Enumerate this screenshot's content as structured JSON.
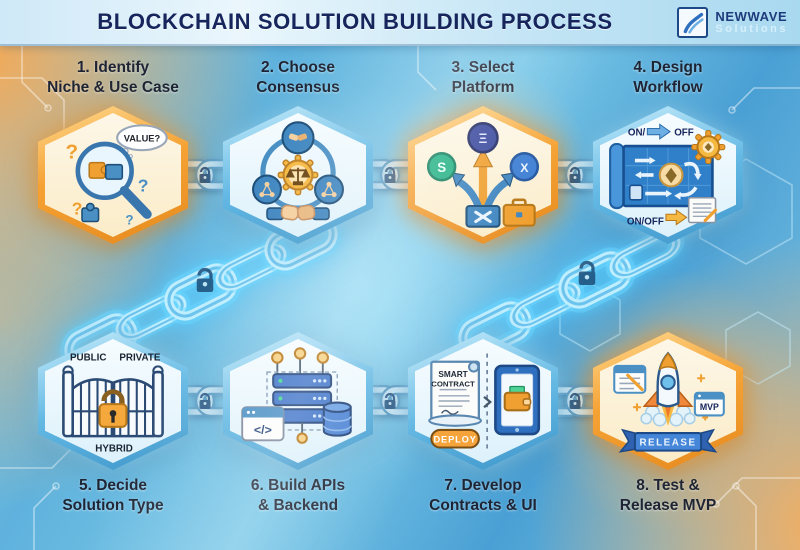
{
  "title": "BLOCKCHAIN SOLUTION BUILDING PROCESS",
  "logo": {
    "brand": "NEWWAVE",
    "subtitle": "Solutions"
  },
  "colors": {
    "title_navy": "#16255c",
    "accent_orange": "#f2a23c",
    "accent_blue": "#3f9fd8",
    "chain_cyan": "#8fe4ff",
    "hex_orange_border": "#f5a234",
    "hex_blue_border": "#64b9e4"
  },
  "steps": [
    {
      "line1": "1. Identify",
      "line2": "Niche & Use Case",
      "theme": "orange",
      "icon": "magnifier-puzzle",
      "texts": {
        "bubble": "VALUE?",
        "q": "?"
      }
    },
    {
      "line1": "2. Choose",
      "line2": "Consensus",
      "theme": "blue",
      "icon": "consensus-network",
      "texts": {}
    },
    {
      "line1": "3. Select",
      "line2": "Platform",
      "theme": "orange",
      "icon": "platform-arrows",
      "texts": {
        "coin_top": "Ξ",
        "coin_left": "S",
        "coin_right": "X"
      }
    },
    {
      "line1": "4. Design",
      "line2": "Workflow",
      "theme": "blue",
      "icon": "workflow-blueprint",
      "texts": {
        "toggle_on": "ON/",
        "toggle_off": "OFF",
        "toggle_bottom": "ON/OFF"
      }
    },
    {
      "line1": "5. Decide",
      "line2": "Solution Type",
      "theme": "blue",
      "icon": "gate-lock",
      "texts": {
        "left": "PUBLIC",
        "right": "PRIVATE",
        "bottom": "HYBRID"
      }
    },
    {
      "line1": "6. Build APIs",
      "line2": "& Backend",
      "theme": "blue",
      "icon": "server-backend",
      "texts": {
        "code": "</>"
      }
    },
    {
      "line1": "7. Develop",
      "line2": "Contracts & UI",
      "theme": "blue",
      "icon": "smart-contract-ui",
      "texts": {
        "doc1": "SMART",
        "doc2": "CONTRACT",
        "deploy": "DEPLOY"
      }
    },
    {
      "line1": "8. Test &",
      "line2": "Release MVP",
      "theme": "orange",
      "icon": "rocket-launch",
      "texts": {
        "mvp": "MVP",
        "ribbon": "RELEASE"
      }
    }
  ]
}
